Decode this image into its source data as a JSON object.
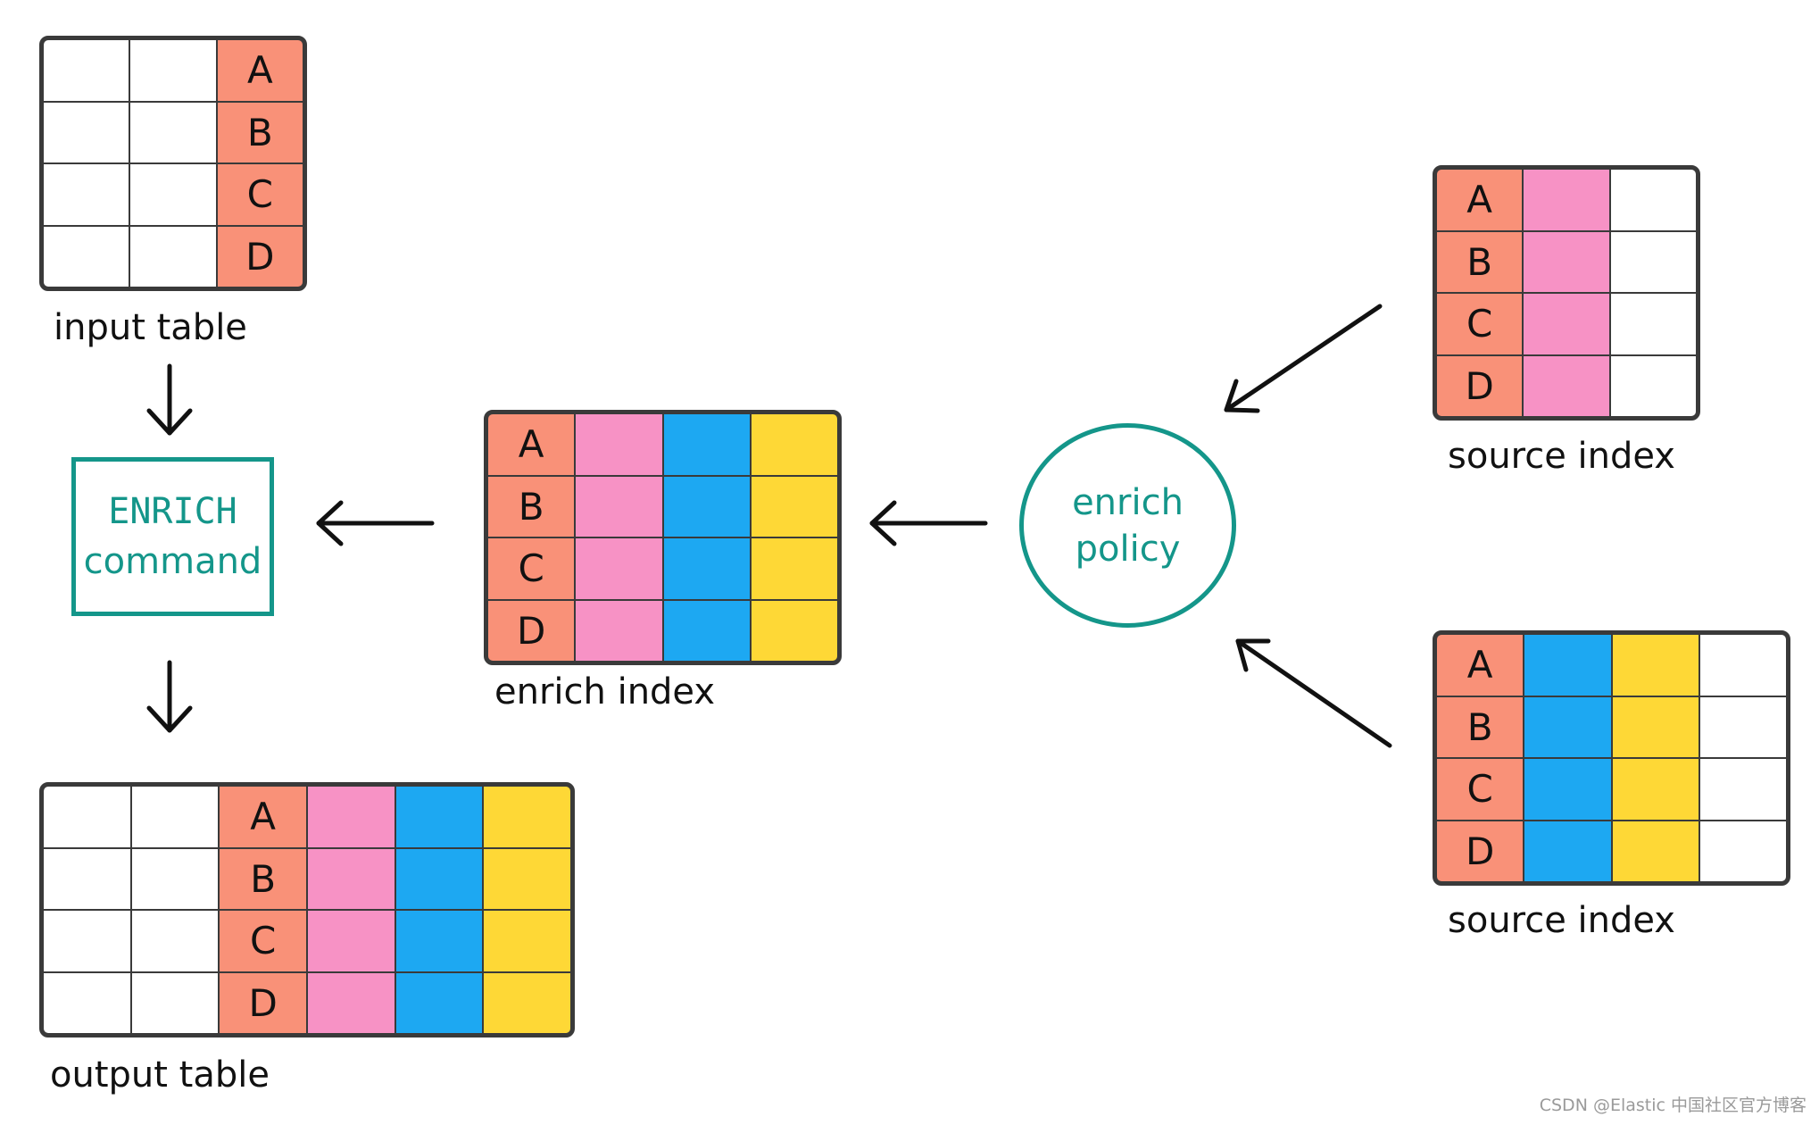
{
  "colors": {
    "key": "#f99178",
    "pink": "#f792c5",
    "blue": "#1da8f2",
    "yellow": "#fed836",
    "empty": "#ffffff",
    "teal": "#14968a"
  },
  "rows": [
    "A",
    "B",
    "C",
    "D"
  ],
  "input_table": {
    "label": "input table",
    "columns": [
      "empty",
      "empty",
      "key"
    ]
  },
  "output_table": {
    "label": "output table",
    "columns": [
      "empty",
      "empty",
      "key",
      "pink",
      "blue",
      "yellow"
    ]
  },
  "enrich_index": {
    "label": "enrich index",
    "columns": [
      "key",
      "pink",
      "blue",
      "yellow"
    ]
  },
  "source_index_1": {
    "label": "source index",
    "columns": [
      "key",
      "pink",
      "empty"
    ]
  },
  "source_index_2": {
    "label": "source index",
    "columns": [
      "key",
      "blue",
      "yellow",
      "empty"
    ]
  },
  "enrich_command": {
    "line1": "ENRICH",
    "line2": "command"
  },
  "enrich_policy": {
    "line1": "enrich",
    "line2": "policy"
  },
  "watermark": "CSDN @Elastic 中国社区官方博客"
}
